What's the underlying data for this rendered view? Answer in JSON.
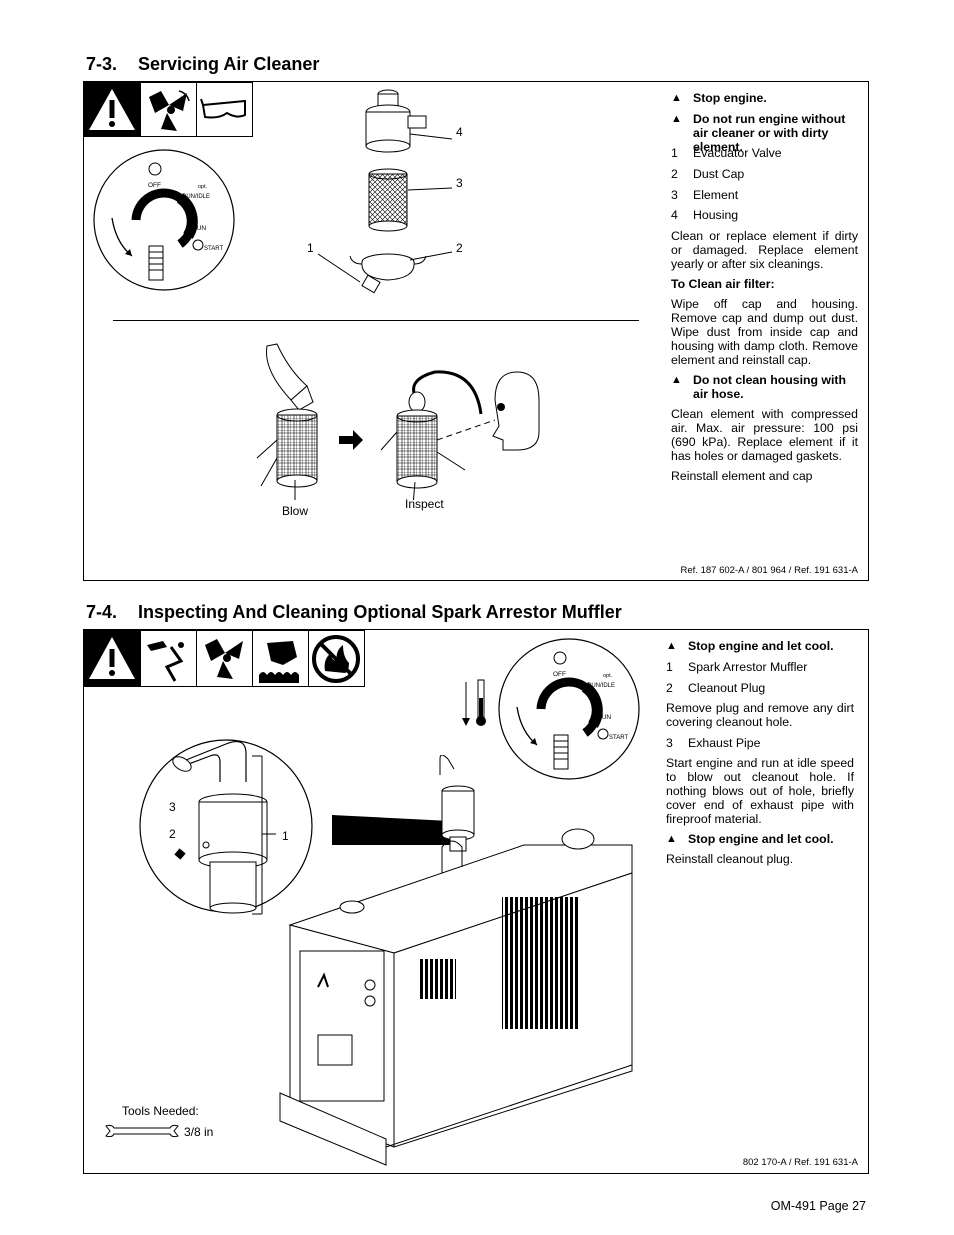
{
  "section1": {
    "number": "7-3.",
    "title": "Servicing Air Cleaner",
    "warnings": [
      "Stop engine.",
      "Do not run engine without air cleaner or with dirty element."
    ],
    "items": [
      {
        "n": "1",
        "label": "Evacuator Valve"
      },
      {
        "n": "2",
        "label": "Dust Cap"
      },
      {
        "n": "3",
        "label": "Element"
      },
      {
        "n": "4",
        "label": "Housing"
      }
    ],
    "para1": "Clean or replace element if dirty or damaged. Replace element yearly or after six cleanings.",
    "subheading": "To Clean air filter:",
    "para2": "Wipe off cap and housing. Remove cap and dump out dust. Wipe dust from inside cap and housing with damp cloth. Remove element and reinstall cap.",
    "warning3": "Do not clean housing with air hose.",
    "para3": "Clean element with compressed air. Max. air pressure: 100 psi (690 kPa). Replace element if it has holes or damaged gaskets.",
    "para4": "Reinstall element and cap",
    "ref": "Ref. 187 602-A / 801 964 / Ref. 191 631-A",
    "figure_labels": {
      "blow": "Blow",
      "inspect": "Inspect",
      "c1": "1",
      "c2": "2",
      "c3": "3",
      "c4": "4"
    }
  },
  "section2": {
    "number": "7-4.",
    "title": "Inspecting And Cleaning Optional Spark Arrestor Muffler",
    "warning1": "Stop engine and let cool.",
    "item1": {
      "n": "1",
      "label": "Spark Arrestor Muffler"
    },
    "item2": {
      "n": "2",
      "label": "Cleanout Plug"
    },
    "para1": "Remove plug and remove any dirt covering cleanout hole.",
    "item3": {
      "n": "3",
      "label": "Exhaust Pipe"
    },
    "para2": "Start engine and run at idle speed to blow out cleanout hole. If nothing blows out of hole, briefly cover end of exhaust pipe with fireproof material.",
    "warning2": "Stop engine and let cool.",
    "para3": "Reinstall cleanout plug.",
    "ref": "802 170-A / Ref. 191 631-A",
    "tools_label": "Tools Needed:",
    "tool_size": "3/8 in",
    "figure_labels": {
      "c1": "1",
      "c2": "2",
      "c3": "3"
    }
  },
  "switch_labels": {
    "off": "OFF",
    "opt": "opt.",
    "run_idle": "RUN/IDLE",
    "run": "RUN",
    "start": "START"
  },
  "warning_glyph": "▲",
  "footer": "OM-491 Page 27",
  "icons": [
    "warning-triangle-icon",
    "moving-parts-hand-icon",
    "safety-glasses-icon",
    "hot-parts-icon",
    "fan-hand-icon",
    "hot-surface-hand-icon",
    "no-fire-icon",
    "thermometer-icon",
    "wrench-icon"
  ]
}
